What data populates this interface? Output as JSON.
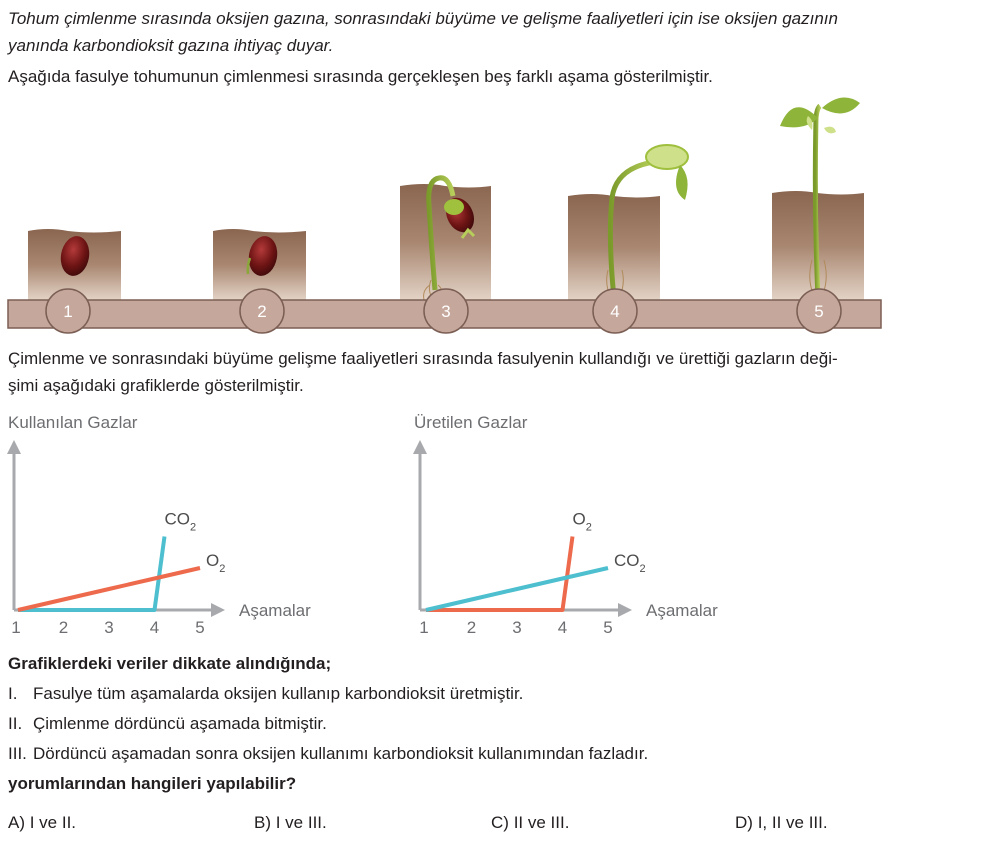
{
  "intro": {
    "line1": "Tohum çimlenme sırasında oksijen gazına, sonrasındaki büyüme ve gelişme faaliyetleri için ise oksijen gazının",
    "line2": "yanında karbondioksit gazına ihtiyaç duyar.",
    "line3": "Aşağıda fasulye tohumunun çimlenmesi sırasında gerçekleşen beş farklı aşama gösterilmiştir."
  },
  "stages": [
    "1",
    "2",
    "3",
    "4",
    "5"
  ],
  "middle": {
    "line1": "Çimlenme ve sonrasındaki büyüme gelişme faaliyetleri sırasında fasulyenin kullandığı ve ürettiği gazların deği-",
    "line2": "şimi aşağıdaki grafiklerde gösterilmiştir."
  },
  "chart_data": [
    {
      "type": "line",
      "title": "Kullanılan Gazlar",
      "xlabel": "Aşamalar",
      "x": [
        1,
        2,
        3,
        4,
        5
      ],
      "series": [
        {
          "name": "CO2",
          "color": "#4dbfcf",
          "values": [
            0,
            0,
            0,
            0,
            7
          ]
        },
        {
          "name": "O2",
          "color": "#ee6a4d",
          "values": [
            0,
            1,
            2,
            3,
            4
          ]
        }
      ]
    },
    {
      "type": "line",
      "title": "Üretilen Gazlar",
      "xlabel": "Aşamalar",
      "x": [
        1,
        2,
        3,
        4,
        5
      ],
      "series": [
        {
          "name": "O2",
          "color": "#ee6a4d",
          "values": [
            0,
            0,
            0,
            0,
            7
          ]
        },
        {
          "name": "CO2",
          "color": "#4dbfcf",
          "values": [
            0,
            1,
            2,
            3,
            4
          ]
        }
      ]
    }
  ],
  "question": {
    "stem": "Grafiklerdeki veriler dikkate alındığında;",
    "items": [
      {
        "num": "I.",
        "text": "Fasulye tüm aşamalarda oksijen kullanıp karbondioksit üretmiştir."
      },
      {
        "num": "II.",
        "text": "Çimlenme dördüncü aşamada bitmiştir."
      },
      {
        "num": "III.",
        "text": "Dördüncü aşamadan sonra oksijen kullanımı karbondioksit kullanımından fazladır."
      }
    ],
    "prompt": "yorumlarından hangileri yapılabilir?",
    "options": [
      {
        "label": "A)",
        "text": "I ve II."
      },
      {
        "label": "B)",
        "text": "I ve III."
      },
      {
        "label": "C)",
        "text": "II ve III."
      },
      {
        "label": "D)",
        "text": "I, II ve III."
      }
    ]
  }
}
